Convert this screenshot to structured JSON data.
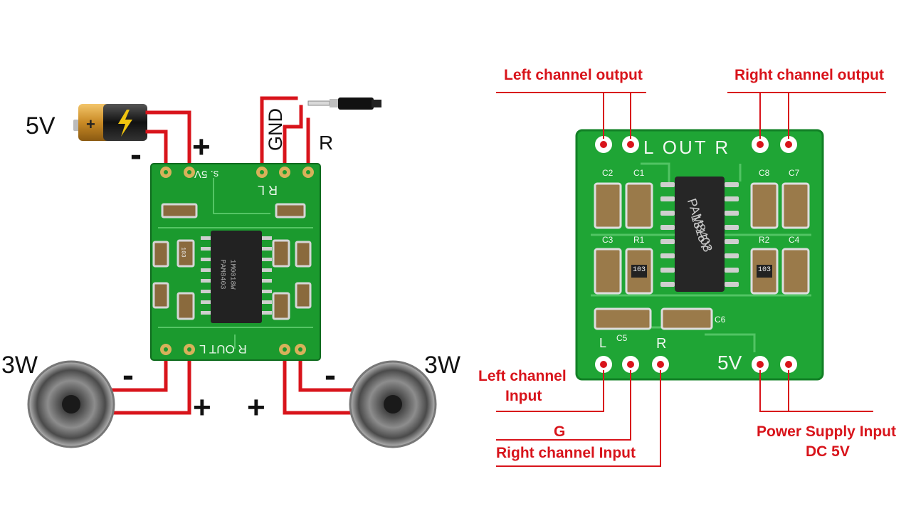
{
  "left_figure": {
    "battery_voltage": "5V",
    "minus_sign": "-",
    "plus_sign": "+",
    "gnd_label": "GND",
    "r_label": "R",
    "board_top_silk": "s. 5V",
    "board_top_pins": "R  L",
    "board_bottom_silk": "R OUT L",
    "chip_text_1": "PAM8403",
    "chip_text_2": "1M0018W",
    "resistor_code": "103",
    "speaker_left_power": "3W",
    "speaker_right_power": "3W",
    "speaker_left_minus": "-",
    "speaker_left_plus": "+",
    "speaker_right_minus": "-",
    "speaker_right_plus": "+"
  },
  "right_figure": {
    "label_left_output": "Left channel output",
    "label_right_output": "Right channel output",
    "label_left_input_1": "Left channel",
    "label_left_input_2": "Input",
    "label_g": "G",
    "label_right_input": "Right channel Input",
    "label_power_1": "Power Supply Input",
    "label_power_2": "DC 5V",
    "silk_out": "L  OUT  R",
    "silk_5v": "5V",
    "silk_l": "L",
    "silk_r": "R",
    "chip_text_1": "PAM8403",
    "chip_text_2": "1315Y",
    "resistor_code": "103",
    "component_labels": [
      "C2",
      "C1",
      "C8",
      "C7",
      "C3",
      "R1",
      "R2",
      "C4",
      "C5",
      "C6"
    ]
  },
  "colors": {
    "wire": "#d8141b",
    "pcb": "#1b9a2e",
    "pcb_dark": "#0f6b1e",
    "text": "#111111",
    "label_red": "#d8141b"
  }
}
